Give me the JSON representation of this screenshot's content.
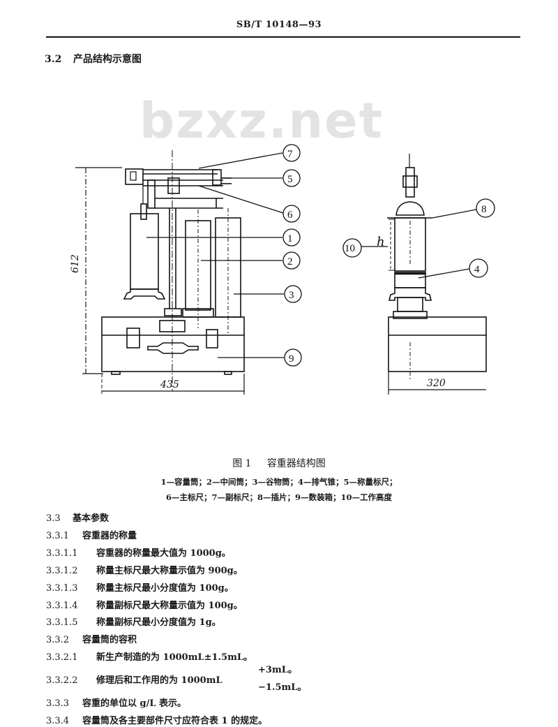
{
  "header": {
    "standard_code": "SB/T 10148—93"
  },
  "section_3_2": {
    "number": "3.2",
    "title": "产品结构示意图"
  },
  "watermark": "bzxz.net",
  "figure": {
    "front_view": {
      "height_dimension": "612",
      "width_dimension": "435",
      "callouts": [
        "7",
        "5",
        "6",
        "1",
        "2",
        "3",
        "9"
      ]
    },
    "side_view": {
      "width_dimension": "320",
      "height_symbol": "h",
      "callouts": [
        "8",
        "10",
        "4"
      ]
    },
    "caption": {
      "label": "图 1",
      "title": "容重器结构图"
    },
    "legend_line1": "1—容量筒；2—中间筒；3—谷物筒；4—排气锥；5—称量标尺；",
    "legend_line2": "6—主标尺；7—副标尺；8—插片；9—数装箱；10—工作高度"
  },
  "section_3_3": {
    "items": [
      {
        "num": "3.3",
        "text": "基本参数"
      },
      {
        "num": "3.3.1",
        "text": "容重器的称量"
      },
      {
        "num": "3.3.1.1",
        "text": "容重器的称量最大值为 1000g。"
      },
      {
        "num": "3.3.1.2",
        "text": "称量主标尺最大称量示值为 900g。"
      },
      {
        "num": "3.3.1.3",
        "text": "称量主标尺最小分度值为 100g。"
      },
      {
        "num": "3.3.1.4",
        "text": "称量副标尺最大称量示值为 100g。"
      },
      {
        "num": "3.3.1.5",
        "text": "称量副标尺最小分度值为 1g。"
      },
      {
        "num": "3.3.2",
        "text": "容量筒的容积"
      },
      {
        "num": "3.3.2.1",
        "text": "新生产制造的为 1000mL±1.5mL。"
      },
      {
        "num": "3.3.2.2",
        "text": "修理后和工作用的为 1000mL"
      },
      {
        "num": "3.3.3",
        "text": "容重的单位以 g/L 表示。"
      },
      {
        "num": "3.3.4",
        "text": "容量筒及各主要部件尺寸应符合表 1 的规定。"
      }
    ],
    "tolerance_upper": "+3mL。",
    "tolerance_lower": "−1.5mL。"
  }
}
